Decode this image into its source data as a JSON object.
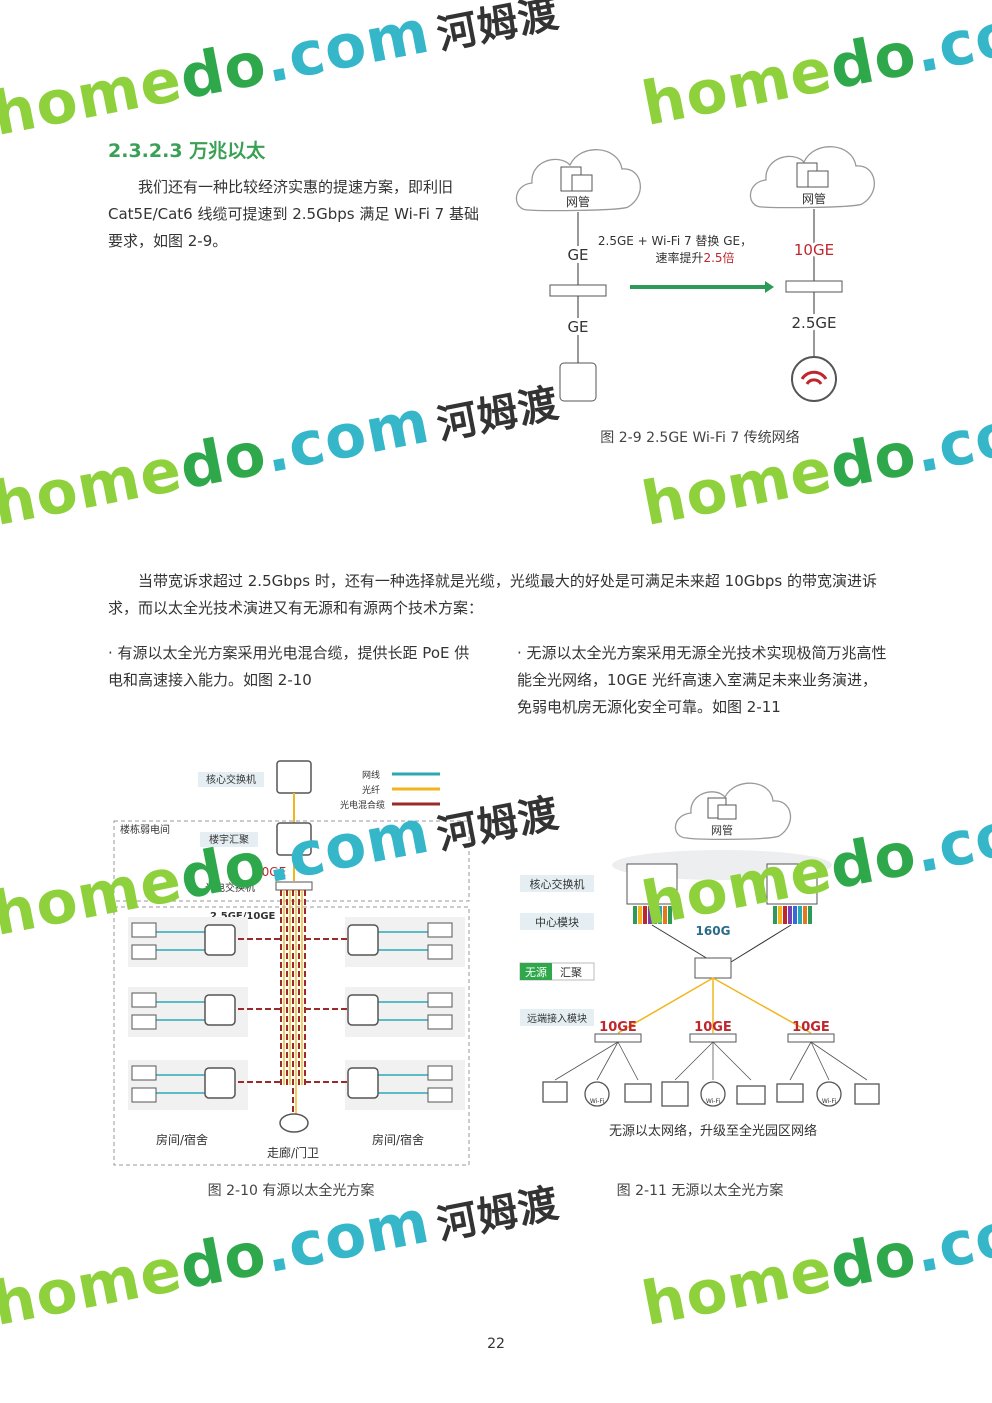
{
  "section": {
    "heading": "2.3.2.3 万兆以太"
  },
  "para1": "我们还有一种比较经济实惠的提速方案，即利旧 Cat5E/Cat6 线缆可提速到 2.5Gbps 满足 Wi-Fi 7 基础要求，如图 2-9。",
  "fig9": {
    "caption": "图 2-9 2.5GE Wi-Fi 7 传统网络",
    "left_cloud": "网管",
    "right_cloud": "网管",
    "left_top_link": "GE",
    "left_bottom_link": "GE",
    "right_top_link": "10GE",
    "right_bottom_link": "2.5GE",
    "arrow_line1": "2.5GE + Wi-Fi 7  替换 GE，",
    "arrow_line2_prefix": "速率提升",
    "arrow_line2_highlight": "2.5倍"
  },
  "para2": "当带宽诉求超过 2.5Gbps 时，还有一种选择就是光缆，光缆最大的好处是可满足未来超 10Gbps 的带宽演进诉求，而以太全光技术演进又有无源和有源两个技术方案：",
  "bullet_left": "· 有源以太全光方案采用光电混合缆，提供长距 PoE 供电和高速接入能力。如图 2-10",
  "bullet_right": "· 无源以太全光方案采用无源全光技术实现极简万兆高性能全光网络，10GE 光纤高速入室满足未来业务演进，免弱电机房无源化安全可靠。如图 2-11",
  "fig10": {
    "caption": "图 2-10 有源以太全光方案",
    "core_switch": "核心交换机",
    "legend": [
      "网线",
      "光纤",
      "光电混合缆"
    ],
    "building_room": "楼栋弱电间",
    "building_agg": "楼宇汇聚",
    "speed": "10GE",
    "opto_switch": "光电交换机",
    "ap_speed": "2.5GE/10GE",
    "room_left": "房间/宿舍",
    "room_right": "房间/宿舍",
    "corridor": "走廊/门卫"
  },
  "fig11": {
    "caption": "图 2-11 无源以太全光方案",
    "cloud": "网管",
    "core_switch": "核心交换机",
    "center_module": "中心模块",
    "passive": "无源",
    "agg": "汇聚",
    "remote_module": "远端接入模块",
    "trunk_speed": "160G",
    "edge_speed": "10GE",
    "wifi_label": "Wi-Fi",
    "subtitle": "无源以太网络，升级至全光园区网络"
  },
  "watermark": {
    "home": "home",
    "do": "do",
    "com": ".com",
    "cn": "河姆渡"
  },
  "colors": {
    "heading": "#3aa055",
    "arrow": "#2e9a5a",
    "red": "#c0272d",
    "lan": "#2aa9b5",
    "fiber": "#f2b61c",
    "hybrid": "#9b2a2a"
  },
  "page_number": "22"
}
